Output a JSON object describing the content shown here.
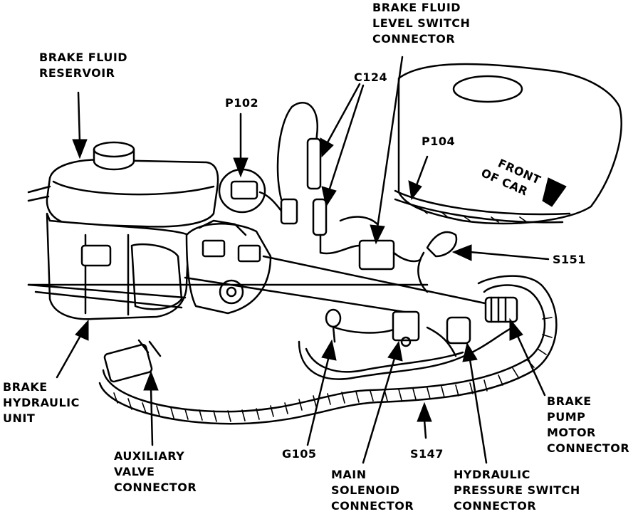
{
  "labels": {
    "brake_fluid_level_switch_connector": [
      "BRAKE FLUID",
      "LEVEL SWITCH",
      "CONNECTOR"
    ],
    "brake_fluid_reservoir": [
      "BRAKE FLUID",
      "RESERVOIR"
    ],
    "c124": "C124",
    "p102": "P102",
    "p104": "P104",
    "front_of_car": [
      "FRONT",
      "OF CAR"
    ],
    "s151": "S151",
    "brake_hydraulic_unit": [
      "BRAKE",
      "HYDRAULIC",
      "UNIT"
    ],
    "auxiliary_valve_connector": [
      "AUXILIARY",
      "VALVE",
      "CONNECTOR"
    ],
    "g105": "G105",
    "s147": "S147",
    "main_solenoid_connector": [
      "MAIN",
      "SOLENOID",
      "CONNECTOR"
    ],
    "hydraulic_pressure_switch_connector": [
      "HYDRAULIC",
      "PRESSURE SWITCH",
      "CONNECTOR"
    ],
    "brake_pump_motor_connector": [
      "BRAKE",
      "PUMP",
      "MOTOR",
      "CONNECTOR"
    ]
  }
}
